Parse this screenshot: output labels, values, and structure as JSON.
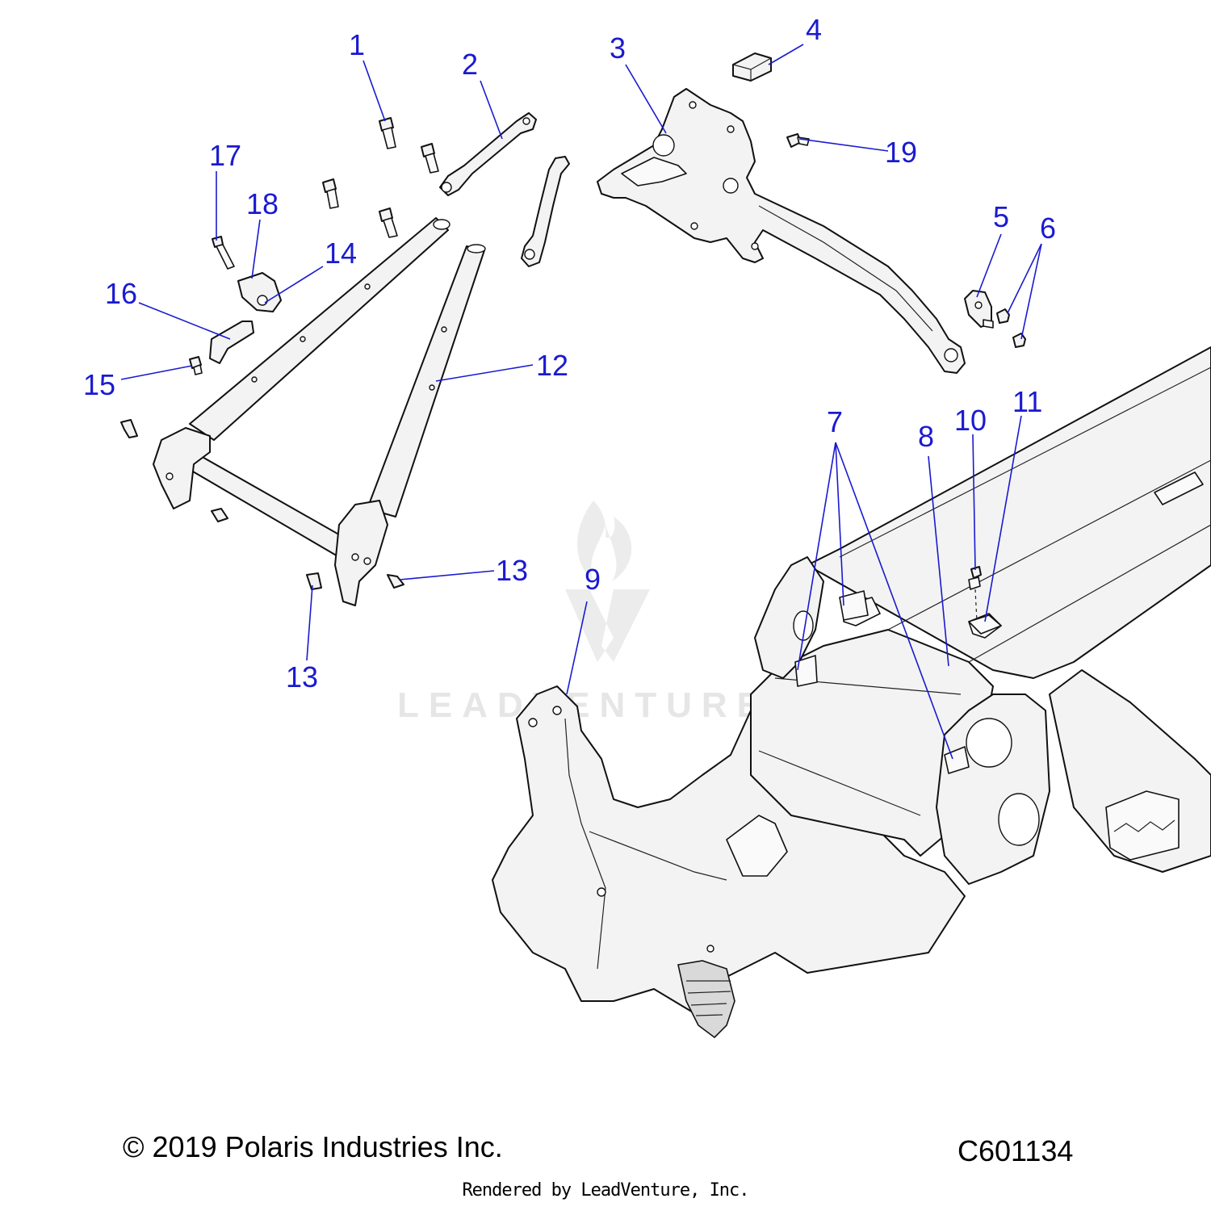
{
  "callouts": [
    {
      "id": "c1",
      "label": "1"
    },
    {
      "id": "c2",
      "label": "2"
    },
    {
      "id": "c3",
      "label": "3"
    },
    {
      "id": "c4",
      "label": "4"
    },
    {
      "id": "c5",
      "label": "5"
    },
    {
      "id": "c6",
      "label": "6"
    },
    {
      "id": "c7",
      "label": "7"
    },
    {
      "id": "c8",
      "label": "8"
    },
    {
      "id": "c9",
      "label": "9"
    },
    {
      "id": "c10",
      "label": "10"
    },
    {
      "id": "c11",
      "label": "11"
    },
    {
      "id": "c12",
      "label": "12"
    },
    {
      "id": "c13a",
      "label": "13"
    },
    {
      "id": "c13b",
      "label": "13"
    },
    {
      "id": "c14",
      "label": "14"
    },
    {
      "id": "c15",
      "label": "15"
    },
    {
      "id": "c16",
      "label": "16"
    },
    {
      "id": "c17",
      "label": "17"
    },
    {
      "id": "c18",
      "label": "18"
    },
    {
      "id": "c19",
      "label": "19"
    }
  ],
  "watermark": "LEADVENTURE",
  "footer": {
    "copyright": "© 2019 Polaris Industries Inc.",
    "drawing_code": "C601134",
    "rendered_by": "Rendered by LeadVenture, Inc."
  },
  "colors": {
    "callout": "#1a1ad0",
    "line": "#111111",
    "part_fill": "#f3f3f3",
    "watermark": "#e6e6e6"
  }
}
